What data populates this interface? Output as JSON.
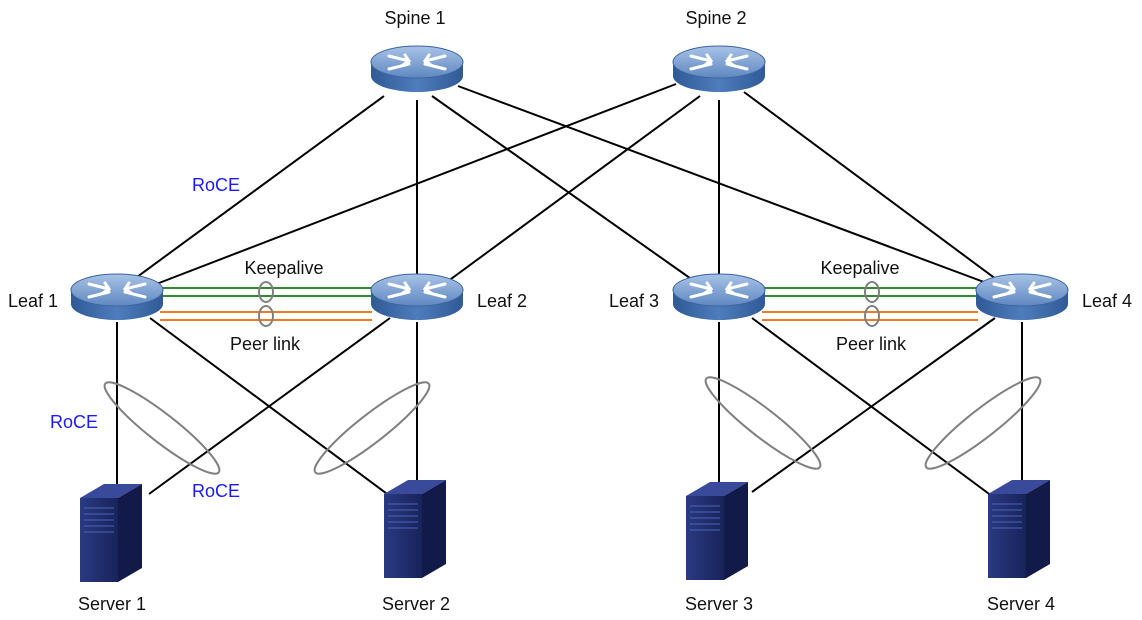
{
  "nodes": {
    "spine1": {
      "label": "Spine 1"
    },
    "spine2": {
      "label": "Spine 2"
    },
    "leaf1": {
      "label": "Leaf 1"
    },
    "leaf2": {
      "label": "Leaf 2"
    },
    "leaf3": {
      "label": "Leaf 3"
    },
    "leaf4": {
      "label": "Leaf 4"
    },
    "server1": {
      "label": "Server 1"
    },
    "server2": {
      "label": "Server 2"
    },
    "server3": {
      "label": "Server 3"
    },
    "server4": {
      "label": "Server 4"
    }
  },
  "annotations": {
    "roce_spine": "RoCE",
    "roce_server_a": "RoCE",
    "roce_server_b": "RoCE",
    "keepalive_left": "Keepalive",
    "keepalive_right": "Keepalive",
    "peerlink_left": "Peer link",
    "peerlink_right": "Peer link"
  },
  "colors": {
    "link": "#000000",
    "keepalive": "#2e8b2e",
    "peer_link": "#f07a1e",
    "lag_ring": "#808080",
    "roce_text": "#1a1aff",
    "device_body": "#4a74b0",
    "device_top": "#7fa3d3",
    "server_body": "#1f2d6b"
  }
}
